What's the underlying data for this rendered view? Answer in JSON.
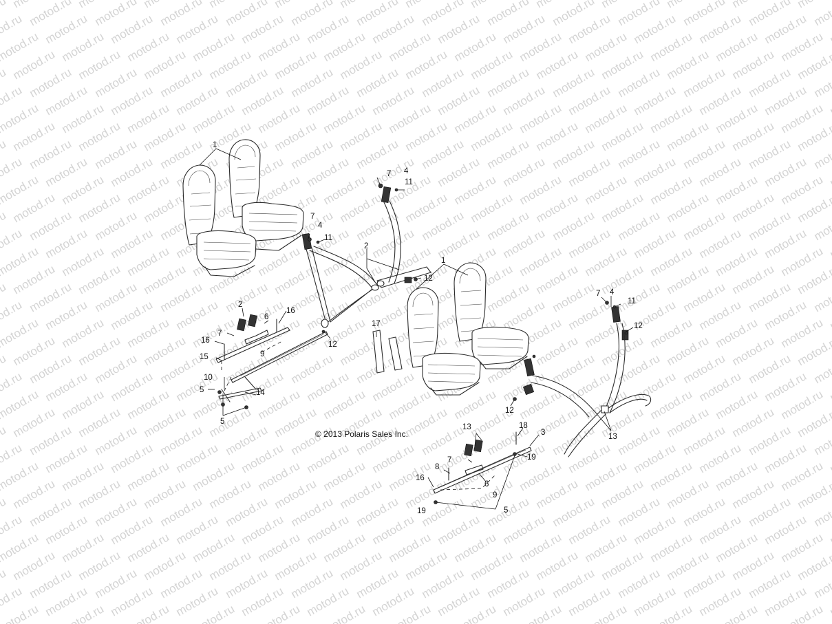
{
  "diagram": {
    "watermark_text": "motod.ru",
    "copyright": "© 2013 Polaris Sales Inc.",
    "callouts": {
      "c1a": "1",
      "c1b": "1",
      "c2a": "2",
      "c2b": "2",
      "c3": "3",
      "c4a": "4",
      "c4b": "4",
      "c4c": "4",
      "c5a": "5",
      "c5b": "5",
      "c5c": "5",
      "c6a": "6",
      "c6b": "6",
      "c7a": "7",
      "c7b": "7",
      "c7c": "7",
      "c7d": "7",
      "c7e": "7",
      "c8": "8",
      "c9a": "9",
      "c9b": "9",
      "c10": "10",
      "c11a": "11",
      "c11b": "11",
      "c11c": "11",
      "c12a": "12",
      "c12b": "12",
      "c12c": "12",
      "c12d": "12",
      "c13a": "13",
      "c13b": "13",
      "c14": "14",
      "c15": "15",
      "c16a": "16",
      "c16b": "16",
      "c16c": "16",
      "c17": "17",
      "c18": "18",
      "c19a": "19",
      "c19b": "19"
    }
  }
}
